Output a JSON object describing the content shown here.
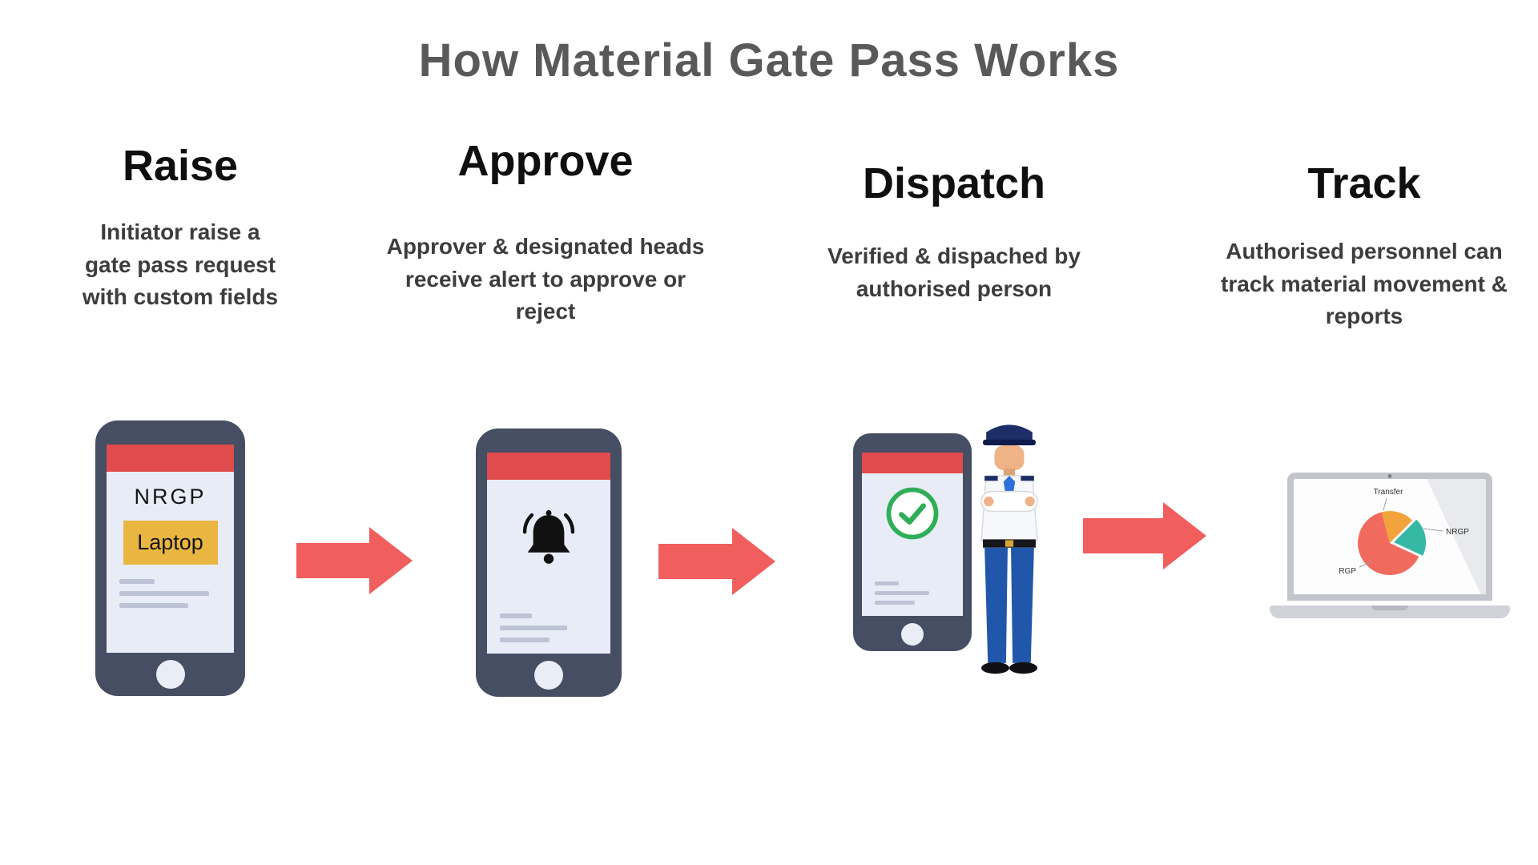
{
  "title": "How Material Gate Pass Works",
  "steps": [
    {
      "heading": "Raise",
      "description": "Initiator raise a gate pass request with custom fields"
    },
    {
      "heading": "Approve",
      "description": "Approver & designated heads receive alert to approve or reject"
    },
    {
      "heading": "Dispatch",
      "description": "Verified & dispached by authorised person"
    },
    {
      "heading": "Track",
      "description": "Authorised personnel can track material movement & reports"
    }
  ],
  "raise_phone": {
    "pass_type": "NRGP",
    "item_label": "Laptop"
  },
  "track_chart": {
    "type": "pie",
    "labels": [
      "Transfer",
      "NRGP",
      "RGP"
    ],
    "approx_shares": [
      0.17,
      0.19,
      0.64
    ]
  },
  "colors": {
    "arrow_red": "#f15e5e",
    "phone_body": "#454e63",
    "screen_top_bar": "#e04b4b",
    "item_highlight": "#eab642",
    "check_green": "#2fae57",
    "pie_red": "#f16a5e",
    "pie_orange": "#f2a33c",
    "pie_teal": "#35b8a4"
  }
}
